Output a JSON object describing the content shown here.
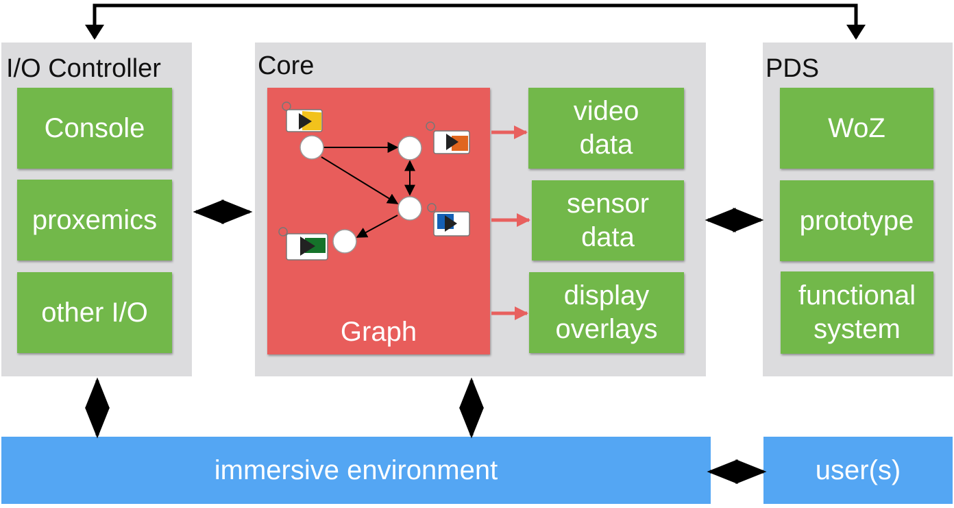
{
  "io_controller": {
    "title": "I/O Controller",
    "items": [
      {
        "lines": [
          "Console"
        ]
      },
      {
        "lines": [
          "proxemics"
        ]
      },
      {
        "lines": [
          "other I/O"
        ]
      }
    ]
  },
  "core": {
    "title": "Core",
    "graph_label": "Graph",
    "outputs": [
      {
        "lines": [
          "video",
          "data"
        ]
      },
      {
        "lines": [
          "sensor",
          "data"
        ]
      },
      {
        "lines": [
          "display",
          "overlays"
        ]
      }
    ]
  },
  "pds": {
    "title": "PDS",
    "items": [
      {
        "lines": [
          "WoZ"
        ]
      },
      {
        "lines": [
          "prototype"
        ]
      },
      {
        "lines": [
          "functional",
          "system"
        ]
      }
    ]
  },
  "bottom": {
    "environment": "immersive environment",
    "users": "user(s)"
  },
  "colors": {
    "panel": "#dcdcde",
    "box": "#72b84a",
    "graph": "#e85d5b",
    "bar": "#54a6f3",
    "arrow": "#000000",
    "output_arrow": "#e8605e",
    "node_badges": [
      "#f2c21c",
      "#e0661e",
      "#1560b5",
      "#15732a"
    ]
  }
}
